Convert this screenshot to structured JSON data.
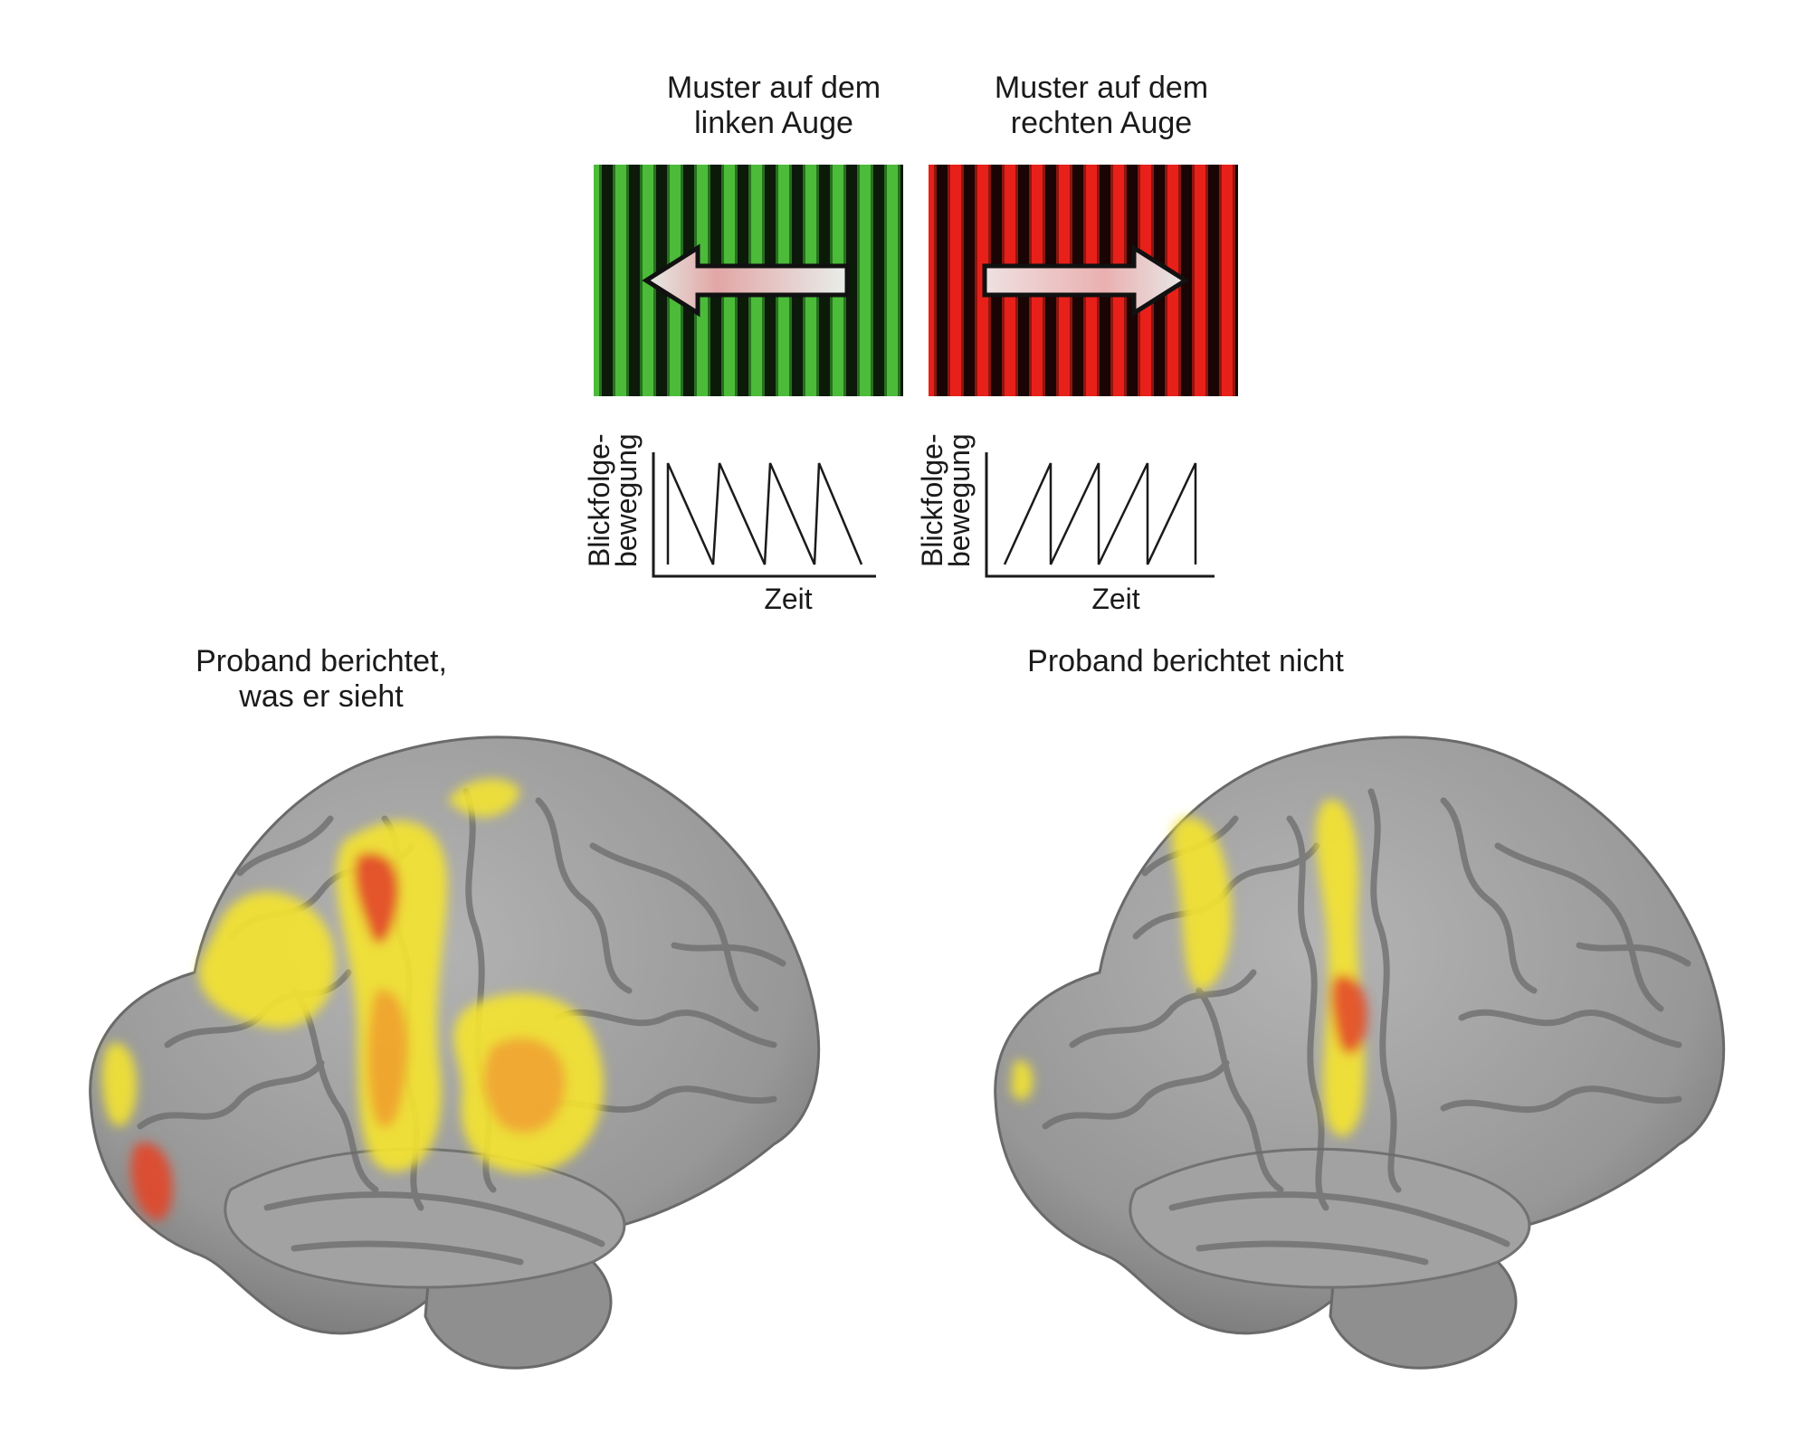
{
  "left_eye": {
    "label_line1": "Muster auf dem",
    "label_line2": "linken Auge",
    "color": "#4cbb3a",
    "arrow_direction": "left"
  },
  "right_eye": {
    "label_line1": "Muster auf dem",
    "label_line2": "rechten Auge",
    "color": "#e8201a",
    "arrow_direction": "right"
  },
  "left_trace": {
    "ylabel_line1": "Blickfolge-",
    "ylabel_line2": "bewegung",
    "xlabel": "Zeit",
    "slope": "falling"
  },
  "right_trace": {
    "ylabel_line1": "Blickfolge-",
    "ylabel_line2": "bewegung",
    "xlabel": "Zeit",
    "slope": "rising"
  },
  "brain_left": {
    "caption_line1": "Proband berichtet,",
    "caption_line2": "was er sieht"
  },
  "brain_right": {
    "caption_line1": "Proband berichtet nicht"
  },
  "colors": {
    "brain": "#9a9a9a",
    "activation_yellow": "#f3e332",
    "activation_orange": "#f0a030",
    "activation_red": "#e2452a"
  }
}
